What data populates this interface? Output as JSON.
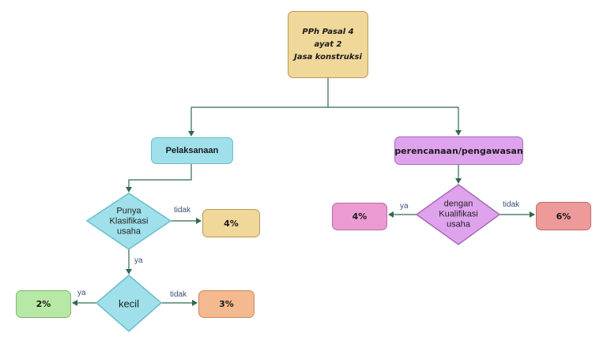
{
  "nodes": {
    "root": {
      "line1": "PPh Pasal 4",
      "line2": "ayat 2",
      "line3": "Jasa konstruksi"
    },
    "pelaksanaan": "Pelaksanaan",
    "perencanaan": "perencanaan/pengawasan",
    "decision_klasifikasi": {
      "line1": "Punya",
      "line2": "Klasifikasi",
      "line3": "usaha"
    },
    "decision_kecil": "kecil",
    "decision_kualifikasi": {
      "line1": "dengan",
      "line2": "Kualifikasi",
      "line3": "usaha"
    },
    "result_4_left": "4%",
    "result_2": "2%",
    "result_3": "3%",
    "result_4_right": "4%",
    "result_6": "6%"
  },
  "edge_labels": {
    "klasifikasi_tidak": "tidak",
    "klasifikasi_ya": "ya",
    "kecil_ya": "ya",
    "kecil_tidak": "tidak",
    "kualifikasi_ya": "ya",
    "kualifikasi_tidak": "tidak"
  },
  "colors": {
    "connector": "#2e6b4f",
    "diamond_fill": "#9fe0ea",
    "diamond_stroke": "#6bbdc9",
    "diamond_right_fill": "#dfa3ee",
    "diamond_right_stroke": "#a56bb6"
  }
}
